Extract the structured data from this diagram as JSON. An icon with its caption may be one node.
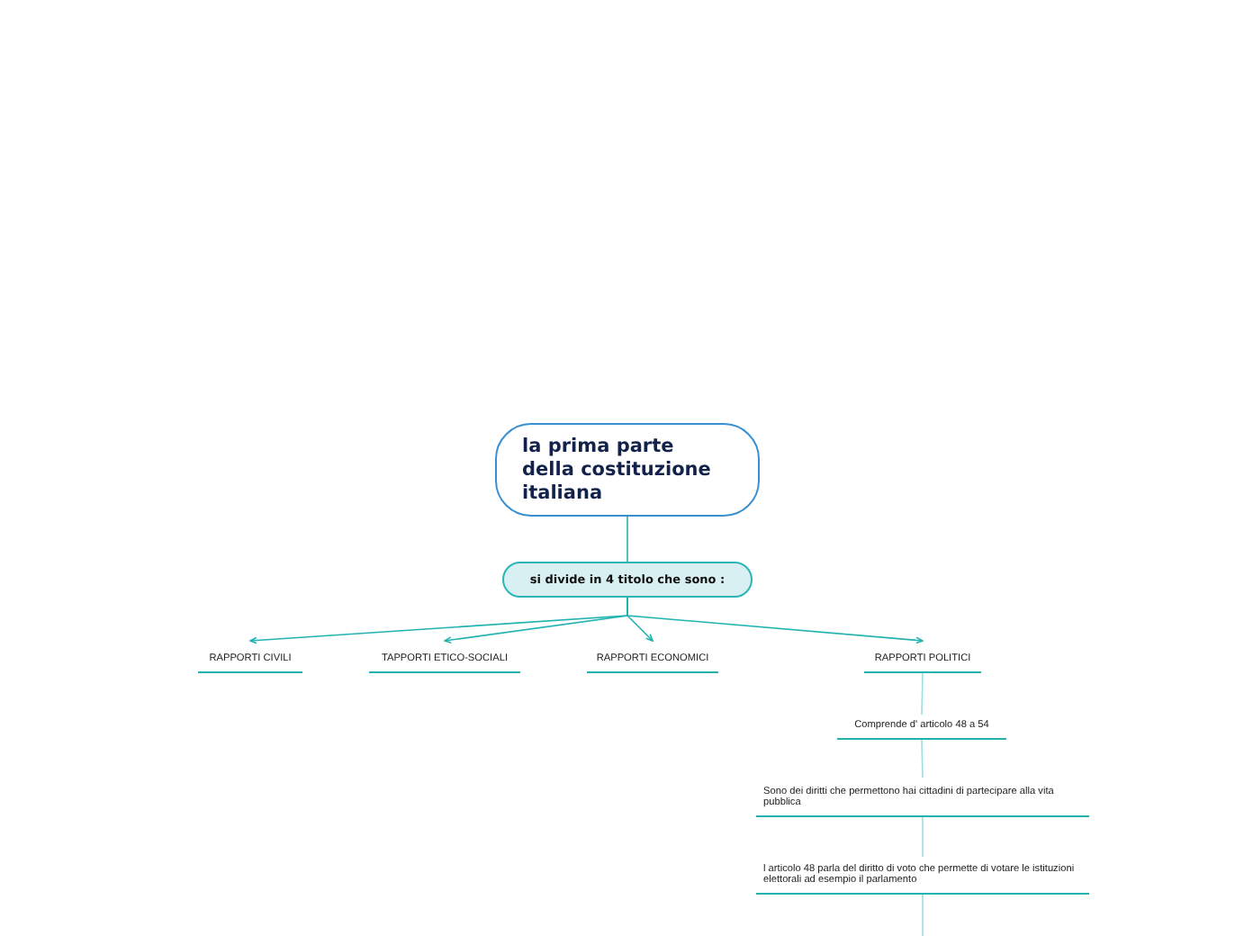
{
  "diagram": {
    "nodes": [
      {
        "text": [
          "la prima parte della costituzione italiana"
        ]
      },
      {
        "text": [
          "si divide in 4 titolo che sono :"
        ]
      },
      {
        "text": [
          "RAPPORTI CIVILI"
        ]
      },
      {
        "text": [
          "TAPPORTI ETICO-SOCIALI"
        ]
      },
      {
        "text": [
          "RAPPORTI ECONOMICI"
        ]
      },
      {
        "text": [
          "RAPPORTI POLITICI"
        ]
      },
      {
        "text": [
          "Comprende d' articolo 48 a 54"
        ]
      },
      {
        "text": [
          "Sono dei diritti che permettono hai cittadini di partecipare alla vita pubblica"
        ]
      },
      {
        "text": [
          "l articolo 48 parla del diritto di voto  che permette di votare le istituzioni elettorali ad esempio il parlamento"
        ]
      }
    ],
    "edges": [
      {
        "from": 0,
        "to": 1,
        "arrow": "none"
      },
      {
        "from": 1,
        "to": 2,
        "arrow": "to"
      },
      {
        "from": 1,
        "to": 3,
        "arrow": "to"
      },
      {
        "from": 1,
        "to": 4,
        "arrow": "to"
      },
      {
        "from": 1,
        "to": 5,
        "arrow": "to"
      },
      {
        "from": 5,
        "to": 6,
        "arrow": "none",
        "color": "#9fdede"
      },
      {
        "from": 6,
        "to": 7,
        "arrow": "none",
        "color": "#9fdede"
      },
      {
        "from": 7,
        "to": 8,
        "arrow": "none",
        "color": "#9fdede"
      },
      {
        "from": 8,
        "to": null,
        "arrow": "none",
        "color": "#9fdede"
      }
    ]
  }
}
